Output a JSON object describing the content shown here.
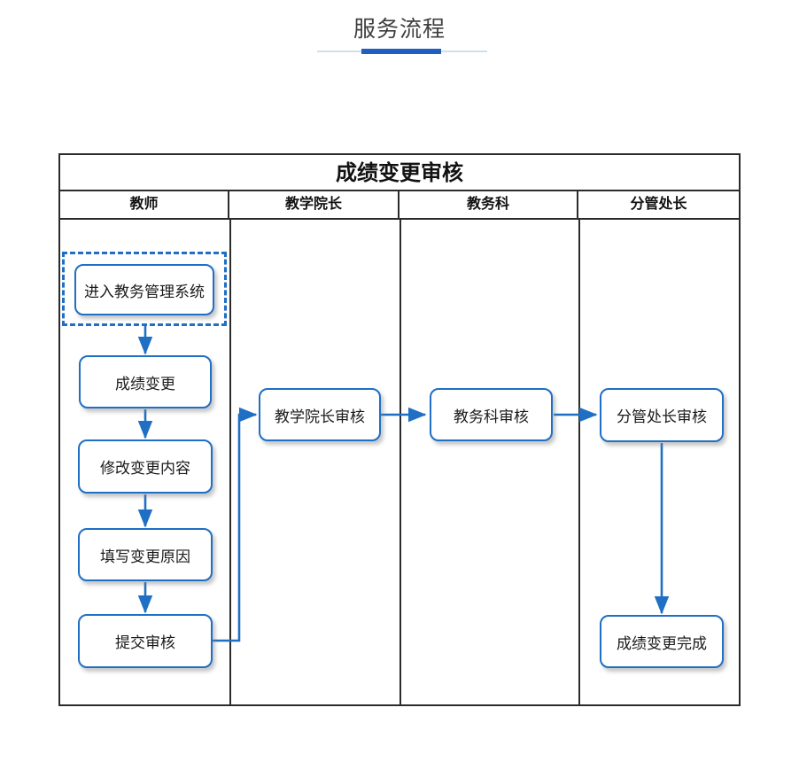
{
  "page": {
    "title": "服务流程"
  },
  "flowchart": {
    "title": "成绩变更审核",
    "lanes": [
      {
        "label": "教师"
      },
      {
        "label": "教学院长"
      },
      {
        "label": "教务科"
      },
      {
        "label": "分管处长"
      }
    ],
    "nodes": [
      {
        "id": "enter-system",
        "label": "进入教务管理系统",
        "lane": "教师",
        "selected": true
      },
      {
        "id": "score-change",
        "label": "成绩变更",
        "lane": "教师",
        "selected": false
      },
      {
        "id": "edit-content",
        "label": "修改变更内容",
        "lane": "教师",
        "selected": false
      },
      {
        "id": "fill-reason",
        "label": "填写变更原因",
        "lane": "教师",
        "selected": false
      },
      {
        "id": "submit-review",
        "label": "提交审核",
        "lane": "教师",
        "selected": false
      },
      {
        "id": "dean-review",
        "label": "教学院长审核",
        "lane": "教学院长",
        "selected": false
      },
      {
        "id": "office-review",
        "label": "教务科审核",
        "lane": "教务科",
        "selected": false
      },
      {
        "id": "director-review",
        "label": "分管处长审核",
        "lane": "分管处长",
        "selected": false
      },
      {
        "id": "change-complete",
        "label": "成绩变更完成",
        "lane": "分管处长",
        "selected": false
      }
    ],
    "edges": [
      {
        "from": "enter-system",
        "to": "score-change"
      },
      {
        "from": "score-change",
        "to": "edit-content"
      },
      {
        "from": "edit-content",
        "to": "fill-reason"
      },
      {
        "from": "fill-reason",
        "to": "submit-review"
      },
      {
        "from": "submit-review",
        "to": "dean-review"
      },
      {
        "from": "dean-review",
        "to": "office-review"
      },
      {
        "from": "office-review",
        "to": "director-review"
      },
      {
        "from": "director-review",
        "to": "change-complete"
      }
    ],
    "colors": {
      "node_border": "#1f6fc4",
      "connector": "#1f6fc4",
      "frame": "#2b2b2b",
      "accent": "#1f5fc0",
      "rule": "#cfdfee"
    }
  }
}
